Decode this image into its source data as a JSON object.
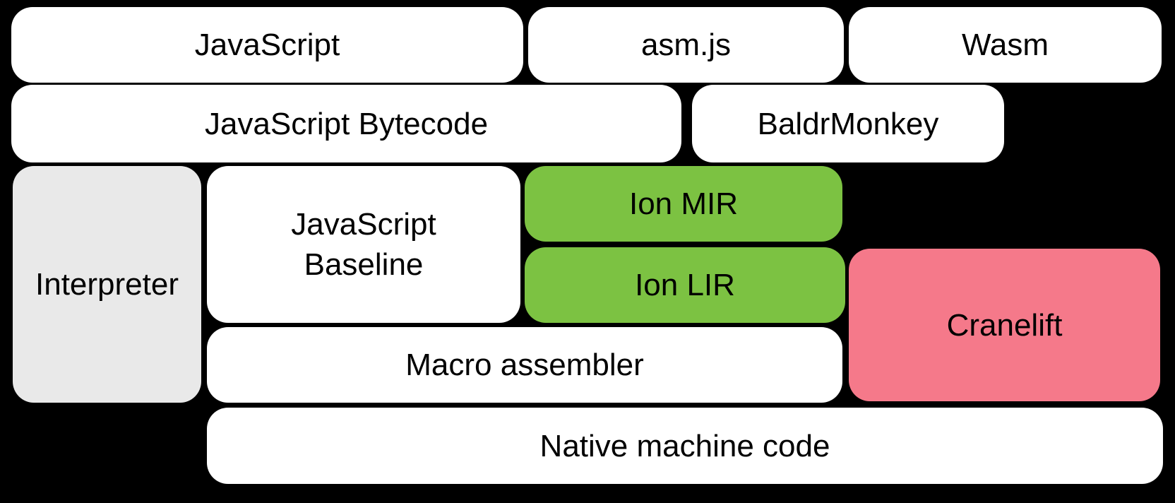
{
  "diagram": {
    "background_color": "#000000",
    "text_color": "#000000",
    "colors": {
      "white_node": "#ffffff",
      "gray_node": "#e9e9e9",
      "green_node": "#7cc242",
      "pink_node": "#f5798a"
    },
    "boxes": {
      "javascript": {
        "label": "JavaScript",
        "fill": "#ffffff"
      },
      "asmjs": {
        "label": "asm.js",
        "fill": "#ffffff"
      },
      "wasm": {
        "label": "Wasm",
        "fill": "#ffffff"
      },
      "bytecode": {
        "label": "JavaScript Bytecode",
        "fill": "#ffffff"
      },
      "baldrmonkey": {
        "label": "BaldrMonkey",
        "fill": "#ffffff"
      },
      "interpreter": {
        "label": "Interpreter",
        "fill": "#e9e9e9"
      },
      "baseline": {
        "label": "JavaScript Baseline",
        "line1": "JavaScript",
        "line2": "Baseline",
        "fill": "#ffffff"
      },
      "ion_mir": {
        "label": "Ion MIR",
        "fill": "#7cc242"
      },
      "ion_lir": {
        "label": "Ion LIR",
        "fill": "#7cc242"
      },
      "cranelift": {
        "label": "Cranelift",
        "fill": "#f5798a"
      },
      "macro_assembler": {
        "label": "Macro assembler",
        "fill": "#ffffff"
      },
      "native_machine_code": {
        "label": "Native machine code",
        "fill": "#ffffff"
      }
    }
  }
}
